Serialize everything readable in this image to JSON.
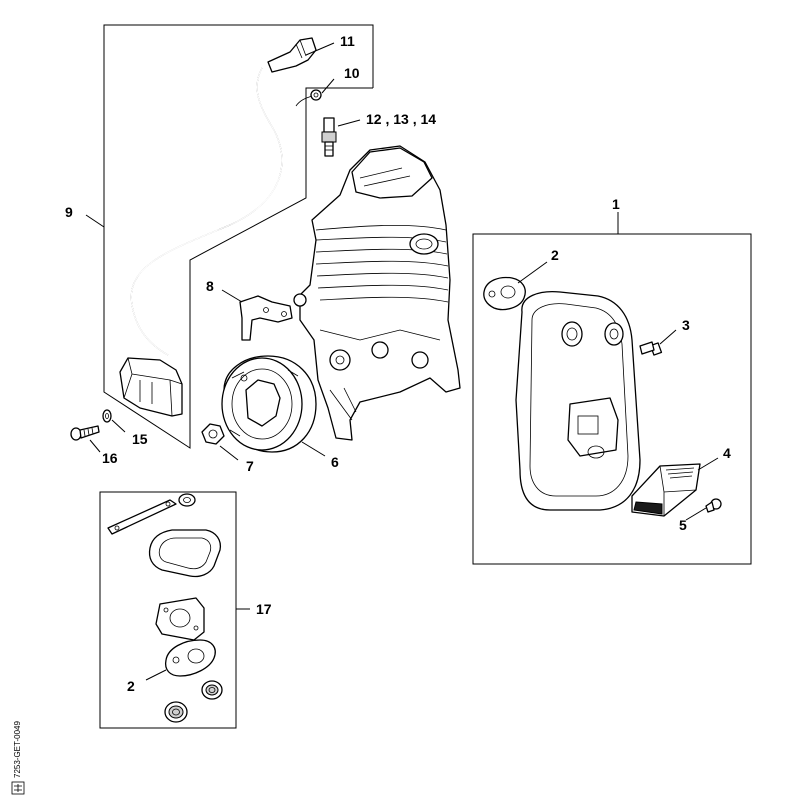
{
  "labels": {
    "l1": "1",
    "l2a": "2",
    "l2b": "2",
    "l3": "3",
    "l4": "4",
    "l5": "5",
    "l6": "6",
    "l7": "7",
    "l8": "8",
    "l9": "9",
    "l10": "10",
    "l11": "11",
    "l12": "12 , 13 , 14",
    "l15": "15",
    "l16": "16",
    "l17": "17"
  },
  "drawing_code": "7253-GET-0049"
}
